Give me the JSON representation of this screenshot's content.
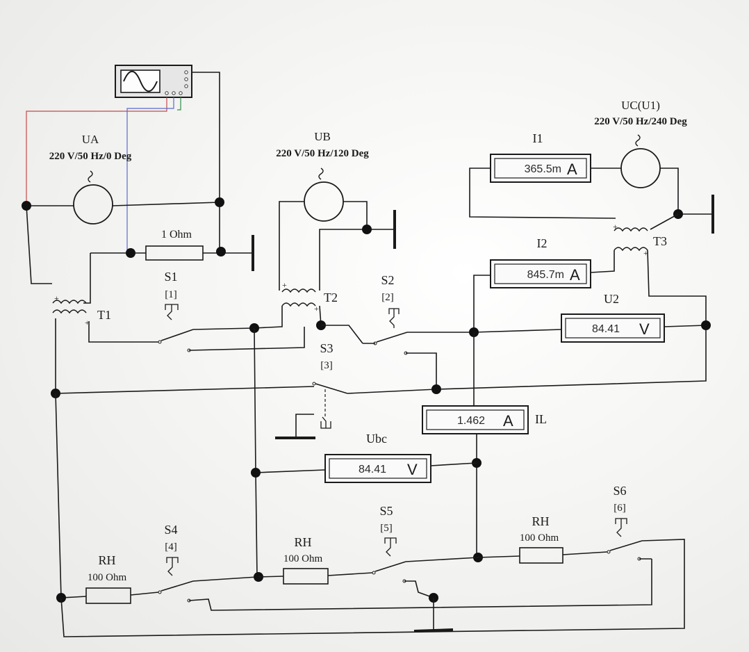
{
  "sources": {
    "ua": {
      "name": "UA",
      "spec": "220 V/50 Hz/0 Deg"
    },
    "ub": {
      "name": "UB",
      "spec": "220 V/50 Hz/120 Deg"
    },
    "uc": {
      "name": "UC(U1)",
      "spec": "220 V/50 Hz/240 Deg"
    }
  },
  "resistor_r1": {
    "value": "1 Ohm"
  },
  "transformers": {
    "t1": "T1",
    "t2": "T2",
    "t3": "T3"
  },
  "switches": {
    "s1": {
      "name": "S1",
      "key": "[1]"
    },
    "s2": {
      "name": "S2",
      "key": "[2]"
    },
    "s3": {
      "name": "S3",
      "key": "[3]"
    },
    "s4": {
      "name": "S4",
      "key": "[4]"
    },
    "s5": {
      "name": "S5",
      "key": "[5]"
    },
    "s6": {
      "name": "S6",
      "key": "[6]"
    }
  },
  "meters": {
    "i1": {
      "label": "I1",
      "reading": "365.5m",
      "unit": "A"
    },
    "i2": {
      "label": "I2",
      "reading": "845.7m",
      "unit": "A"
    },
    "u2": {
      "label": "U2",
      "reading": "84.41",
      "unit": "V"
    },
    "il": {
      "label": "IL",
      "reading": "1.462",
      "unit": "A"
    },
    "ubc": {
      "label": "Ubc",
      "reading": "84.41",
      "unit": "V"
    }
  },
  "loads": {
    "rh1": {
      "name": "RH",
      "value": "100 Ohm"
    },
    "rh2": {
      "name": "RH",
      "value": "100 Ohm"
    },
    "rh3": {
      "name": "RH",
      "value": "100 Ohm"
    }
  }
}
